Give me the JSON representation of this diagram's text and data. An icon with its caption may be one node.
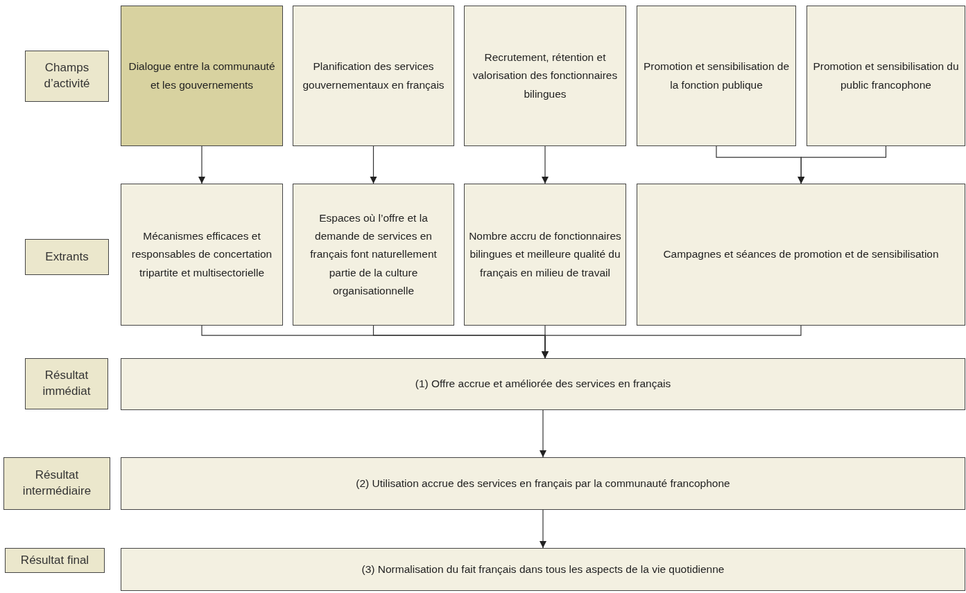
{
  "diagram": {
    "nodes": [
      {
        "text": [
          "Champs d’activité"
        ]
      },
      {
        "text": [
          "Dialogue entre la communauté et les gouvernements"
        ]
      },
      {
        "text": [
          "Planification des services gouvernementaux en français"
        ]
      },
      {
        "text": [
          "Recrutement, rétention et valorisation des fonctionnaires bilingues"
        ]
      },
      {
        "text": [
          "Promotion et sensibilisation de la fonction publique"
        ]
      },
      {
        "text": [
          "Promotion et sensibilisation du public francophone"
        ]
      },
      {
        "text": [
          "Extrants"
        ]
      },
      {
        "text": [
          "Mécanismes efficaces et responsables de concertation tripartite et multisectorielle"
        ]
      },
      {
        "text": [
          "Espaces où l’offre et la demande de services en français font naturellement partie de la culture organisationnelle"
        ]
      },
      {
        "text": [
          "Nombre accru de fonctionnaires bilingues et meilleure qualité du français en milieu de travail"
        ]
      },
      {
        "text": [
          "Campagnes et séances de promotion et de sensibilisation"
        ]
      },
      {
        "text": [
          "Résultat immédiat"
        ]
      },
      {
        "text": [
          "(1) Offre accrue et améliorée des services en français"
        ]
      },
      {
        "text": [
          "Résultat intermédiaire"
        ]
      },
      {
        "text": [
          "(2) Utilisation accrue des services en français par la communauté francophone"
        ]
      },
      {
        "text": [
          "Résultat final"
        ]
      },
      {
        "text": [
          "(3) Normalisation du fait français dans tous les aspects de la vie quotidienne"
        ]
      }
    ],
    "edges": [
      {
        "from": 1,
        "to": 7,
        "arrow": "to"
      },
      {
        "from": 2,
        "to": 8,
        "arrow": "to"
      },
      {
        "from": 3,
        "to": 9,
        "arrow": "to"
      },
      {
        "from": 4,
        "to": 10,
        "arrow": "to"
      },
      {
        "from": 5,
        "to": 10,
        "arrow": "to"
      },
      {
        "from": 7,
        "to": 12,
        "arrow": "to"
      },
      {
        "from": 8,
        "to": 12,
        "arrow": "to"
      },
      {
        "from": 9,
        "to": 12,
        "arrow": "to"
      },
      {
        "from": 10,
        "to": 12,
        "arrow": "to"
      },
      {
        "from": 12,
        "to": 14,
        "arrow": "to"
      },
      {
        "from": 14,
        "to": 16,
        "arrow": "to"
      }
    ]
  }
}
